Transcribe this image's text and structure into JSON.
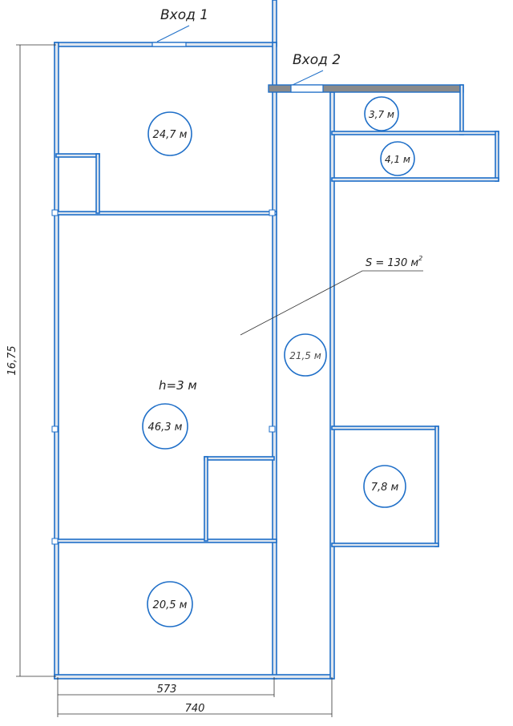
{
  "entrances": {
    "entrance_1": "Вход 1",
    "entrance_2": "Вход 2"
  },
  "rooms": [
    {
      "area": "24,7 м"
    },
    {
      "area": "3,7 м"
    },
    {
      "area": "4,1 м"
    },
    {
      "area": "21,5 м"
    },
    {
      "area": "46,3 м"
    },
    {
      "area": "7,8 м"
    },
    {
      "area": "20,5 м"
    }
  ],
  "annotations": {
    "ceiling_height": "h=3 м",
    "total_area": "S = 130 м",
    "total_area_unit_sup": "2"
  },
  "dimensions": {
    "height": "16,75",
    "width_inner": "573",
    "width_total": "740"
  },
  "colors": {
    "wall": "#1f6fc8",
    "hatch": "#8a8a8a"
  }
}
